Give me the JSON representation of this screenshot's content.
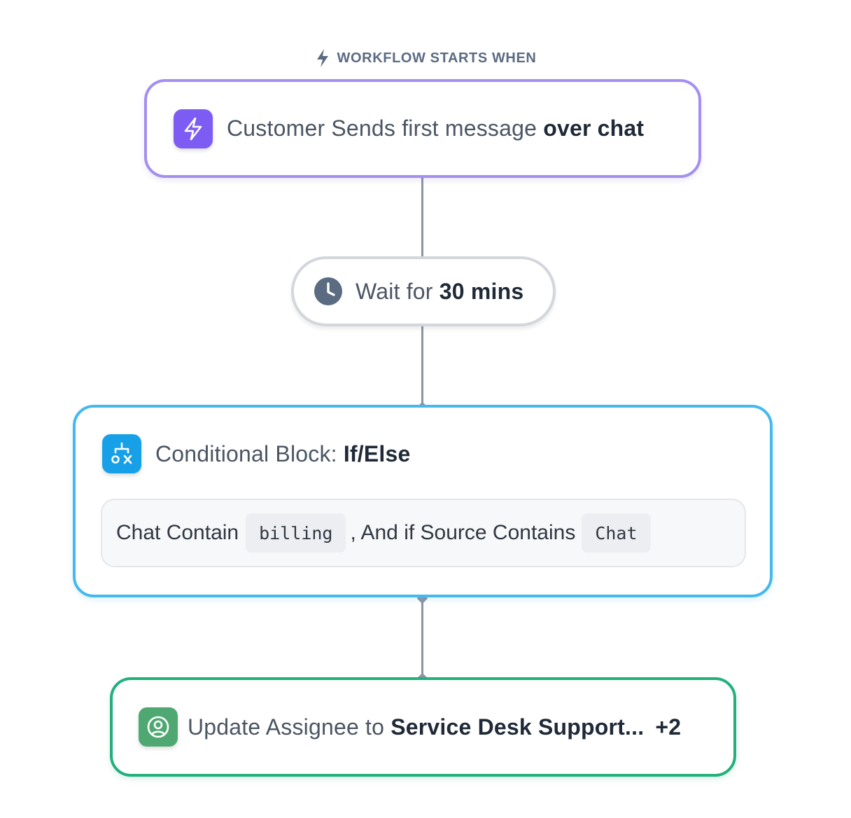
{
  "header": {
    "icon": "lightning-icon",
    "label": "WORKFLOW STARTS WHEN"
  },
  "trigger": {
    "icon": "lightning-icon",
    "accent": "#7d5cf4",
    "text_prefix": "Customer Sends first message ",
    "text_bold": "over chat"
  },
  "wait": {
    "icon": "clock-icon",
    "text_prefix": "Wait for ",
    "text_bold": "30 mins"
  },
  "conditional": {
    "icon": "branch-icon",
    "accent": "#17a0e8",
    "title_prefix": "Conditional Block: ",
    "title_bold": "If/Else",
    "condition_1_label": "Chat Contain",
    "condition_1_value": "billing",
    "condition_2_label": ", And if Source Contains",
    "condition_2_value": "Chat"
  },
  "action": {
    "icon": "user-icon",
    "accent": "#4fa872",
    "text_prefix": "Update Assignee to ",
    "text_bold": "Service Desk Support...",
    "extra_count": "+2"
  }
}
